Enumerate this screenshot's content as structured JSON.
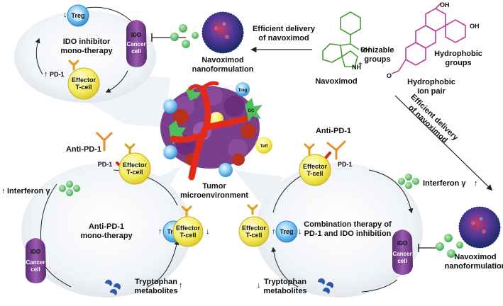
{
  "top_panel": {
    "treg": "Treg",
    "ido": "IDO",
    "cancer_line1": "Cancer",
    "cancer_line2": "cell",
    "therapy_line1": "IDO inhibitor",
    "therapy_line2": "mono-therapy",
    "pd1": "PD-1",
    "effector_line1": "Effector",
    "effector_line2": "T-cell",
    "arrow_down": "↓",
    "arrow_up": "↑"
  },
  "nano_top": {
    "line1": "Navoximod",
    "line2": "nanoformulation"
  },
  "delivery_top": {
    "line1": "Efficient delivery",
    "line2": "of navoximod"
  },
  "chemistry": {
    "navoximod": "Navoximod",
    "ionizable_line1": "Ionizable",
    "ionizable_line2": "groups",
    "hydrophobic_groups_line1": "Hydrophobic",
    "hydrophobic_groups_line2": "groups",
    "ion_pair_line1": "Hydrophobic",
    "ion_pair_line2": "ion pair",
    "oh": "OH",
    "nh": "NH",
    "plus": "+",
    "o": "O"
  },
  "delivery_diag": {
    "line1": "Efficient delivery",
    "line2": "of navoximod"
  },
  "tumor": {
    "line1": "Tumor",
    "line2": "microenvironment",
    "treg": "Treg",
    "teff": "Teff",
    "dc": "DC"
  },
  "left_panel": {
    "anti_pd1": "Anti-PD-1",
    "pd1": "PD-1",
    "effector_line1": "Effector",
    "effector_line2": "T-cell",
    "interferon": "Interferon γ",
    "therapy_line1": "Anti-PD-1",
    "therapy_line2": "mono-therapy",
    "treg": "Treg",
    "ido": "IDO",
    "cancer_line1": "Cancer",
    "cancer_line2": "cell",
    "tryptophan_line1": "Tryptophan",
    "tryptophan_line2": "metabolites",
    "arrow_up": "↑",
    "arrow_down": "↓"
  },
  "right_panel": {
    "anti_pd1": "Anti-PD-1",
    "pd1": "PD-1",
    "effector_line1": "Effector",
    "effector_line2": "T-cell",
    "interferon": "Interferon γ",
    "therapy_line1": "Combination therapy of",
    "therapy_line2": "PD-1 and IDO inhibition",
    "treg": "Treg",
    "ido": "IDO",
    "cancer_line1": "Cancer",
    "cancer_line2": "cell",
    "tryptophan_line1": "Tryptophan",
    "tryptophan_line2": "metabolites",
    "arrow_up": "↑",
    "arrow_down": "↓"
  },
  "nano_right": {
    "line1": "Navoximod",
    "line2": "nanoformulation"
  },
  "colors": {
    "treg": "#4aa8e0",
    "effector": "#f2e64a",
    "cancer": "#7a3f8c",
    "nanoparticle": "#2a3f8f",
    "green_molecule": "#4fbf5a",
    "tryptophan": "#2a5aa8",
    "antibody": "#f08a2a",
    "chem_green": "#4a9a3a",
    "chem_magenta": "#c03a9a",
    "panel_bg": "#eef2f6",
    "vessel": "#e32a1a"
  }
}
